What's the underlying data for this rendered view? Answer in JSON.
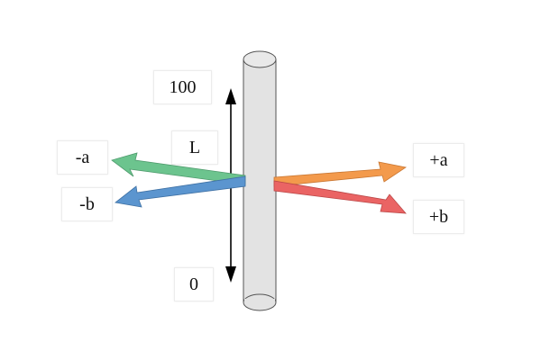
{
  "labels": {
    "lightness_max": "100",
    "lightness_axis": "L",
    "lightness_min": "0",
    "minus_a": "-a",
    "minus_b": "-b",
    "plus_a": "+a",
    "plus_b": "+b"
  },
  "colors": {
    "cylinder": "#e3e3e3",
    "cylinder_outline": "#555555",
    "axis_line": "#000000",
    "minus_a_arrow": "#6cc48e",
    "minus_b_arrow": "#5b95cf",
    "plus_a_arrow": "#f39a4c",
    "plus_b_arrow": "#ea6464"
  }
}
